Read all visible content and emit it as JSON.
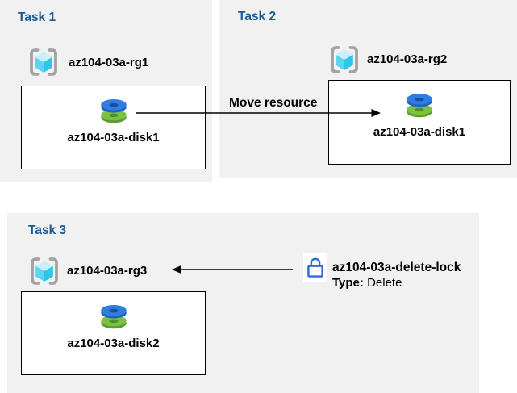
{
  "colors": {
    "page_bg": "#ffffff",
    "panel_bg": "#f1f1f1",
    "title_blue": "#1a5a96",
    "text_black": "#000000",
    "box_border": "#000000",
    "arrow_black": "#000000",
    "lock_blue": "#2e6bd4",
    "bracket_gray": "#a3a3a3",
    "cube_top": "#c7f0fa",
    "cube_left": "#5cd5ef",
    "cube_right": "#2dc5e9",
    "disk_blue_top": "#2f7de0",
    "disk_blue_side": "#1e62c6",
    "disk_blue_hole": "#194f9e",
    "disk_green_top": "#7cc142",
    "disk_green_side": "#5c9c31",
    "disk_green_hole": "#4f8f2a"
  },
  "panels": {
    "task1": {
      "title": "Task 1",
      "rg_label": "az104-03a-rg1",
      "disk_label": "az104-03a-disk1",
      "rg_icon": "resource-group-icon",
      "disk_icon": "disk-icon"
    },
    "task2": {
      "title": "Task 2",
      "rg_label": "az104-03a-rg2",
      "disk_label": "az104-03a-disk1",
      "rg_icon": "resource-group-icon",
      "disk_icon": "disk-icon"
    },
    "task3": {
      "title": "Task 3",
      "rg_label": "az104-03a-rg3",
      "disk_label": "az104-03a-disk2",
      "rg_icon": "resource-group-icon",
      "disk_icon": "disk-icon"
    }
  },
  "annotations": {
    "move_arrow_label": "Move resource",
    "lock_icon": "lock-icon",
    "lock_name": "az104-03a-delete-lock",
    "lock_type_label": "Type:",
    "lock_type_value": "Delete"
  }
}
